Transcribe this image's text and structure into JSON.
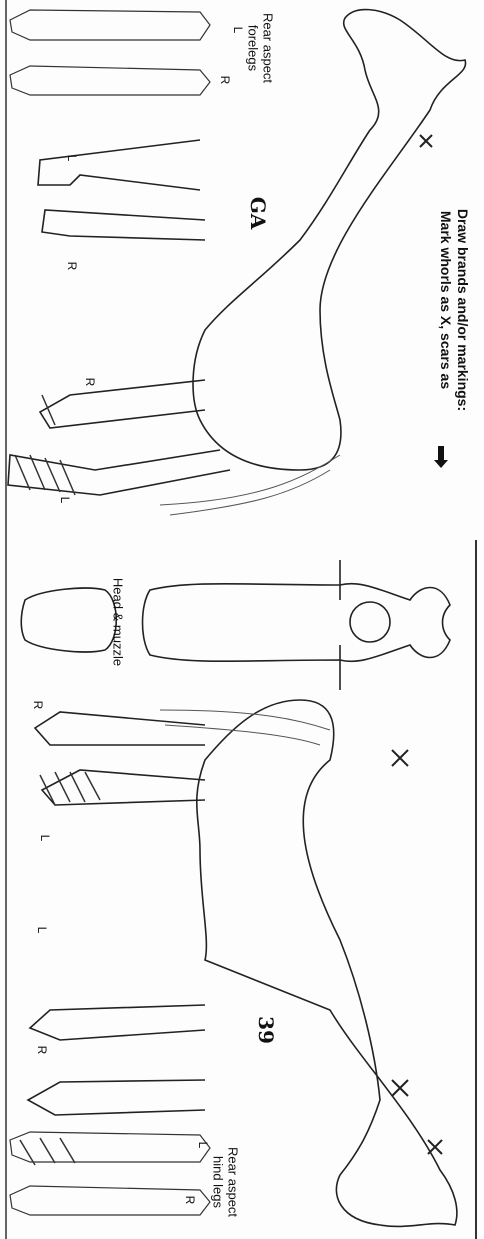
{
  "instructions": {
    "line1": "Draw brands and/or markings:",
    "line2": "Mark whorls as X, scars as"
  },
  "top_section": {
    "rear_aspect_forelegs_label": "Rear aspect",
    "rear_aspect_forelegs_label2": "forelegs",
    "rear_forelegs_left": "L",
    "rear_forelegs_right": "R",
    "handwritten_mark": "GA",
    "leg_labels": [
      "L",
      "R",
      "R",
      "L"
    ]
  },
  "middle_section": {
    "head_muzzle_label": "Head & muzzle"
  },
  "bottom_section": {
    "rear_aspect_hind_label": "Rear aspect",
    "rear_aspect_hind_label2": "hind legs",
    "rear_hind_left": "L",
    "rear_hind_right": "R",
    "handwritten_mark": "39",
    "leg_labels": [
      "R",
      "L",
      "L",
      "R"
    ]
  }
}
